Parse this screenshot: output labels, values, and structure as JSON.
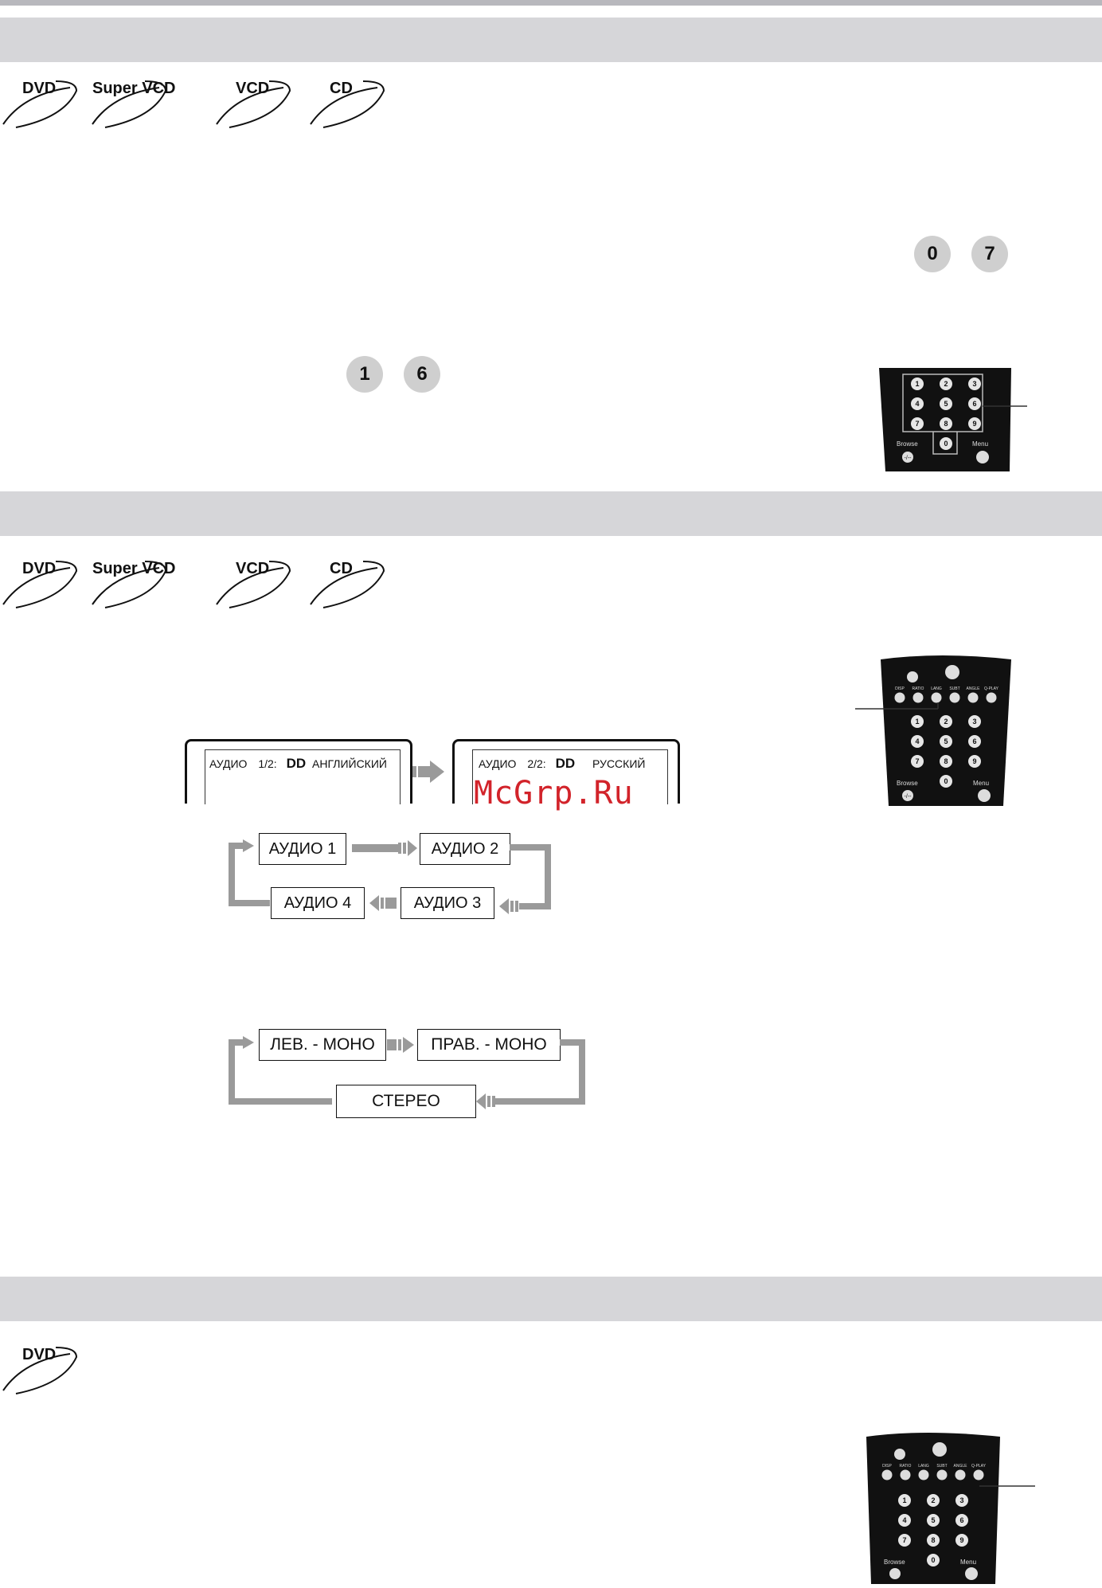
{
  "sections": [
    {
      "discs": [
        "DVD",
        "Super VCD",
        "VCD",
        "CD"
      ],
      "number_buttons": [
        "0",
        "7"
      ],
      "number_buttons_2": [
        "1",
        "6"
      ]
    },
    {
      "discs": [
        "DVD",
        "Super VCD",
        "VCD",
        "CD"
      ]
    },
    {
      "discs": [
        "DVD"
      ]
    }
  ],
  "remote": {
    "digits": [
      "1",
      "2",
      "3",
      "4",
      "5",
      "6",
      "7",
      "8",
      "9",
      "0"
    ],
    "browse_label": "Browse",
    "menu_label": "Menu",
    "toggle_label": "-/--",
    "top_labels": [
      "DISP",
      "RATIO",
      "LANG",
      "SUBT",
      "ANGLE",
      "Q-PLAY"
    ]
  },
  "osd": {
    "screen1": {
      "audio": "АУДИО",
      "track": "1/2:",
      "logo": "DD",
      "lang": "АНГЛИЙСКИЙ"
    },
    "screen2": {
      "audio": "АУДИО",
      "track": "2/2:",
      "logo": "DD",
      "lang": "РУССКИЙ"
    }
  },
  "watermark": "McGrp.Ru",
  "audio_cycle": [
    "АУДИО 1",
    "АУДИО 2",
    "АУДИО 3",
    "АУДИО 4"
  ],
  "channel_cycle": [
    "ЛЕВ. - МОНО",
    "ПРАВ. - МОНО",
    "СТЕРЕО"
  ]
}
